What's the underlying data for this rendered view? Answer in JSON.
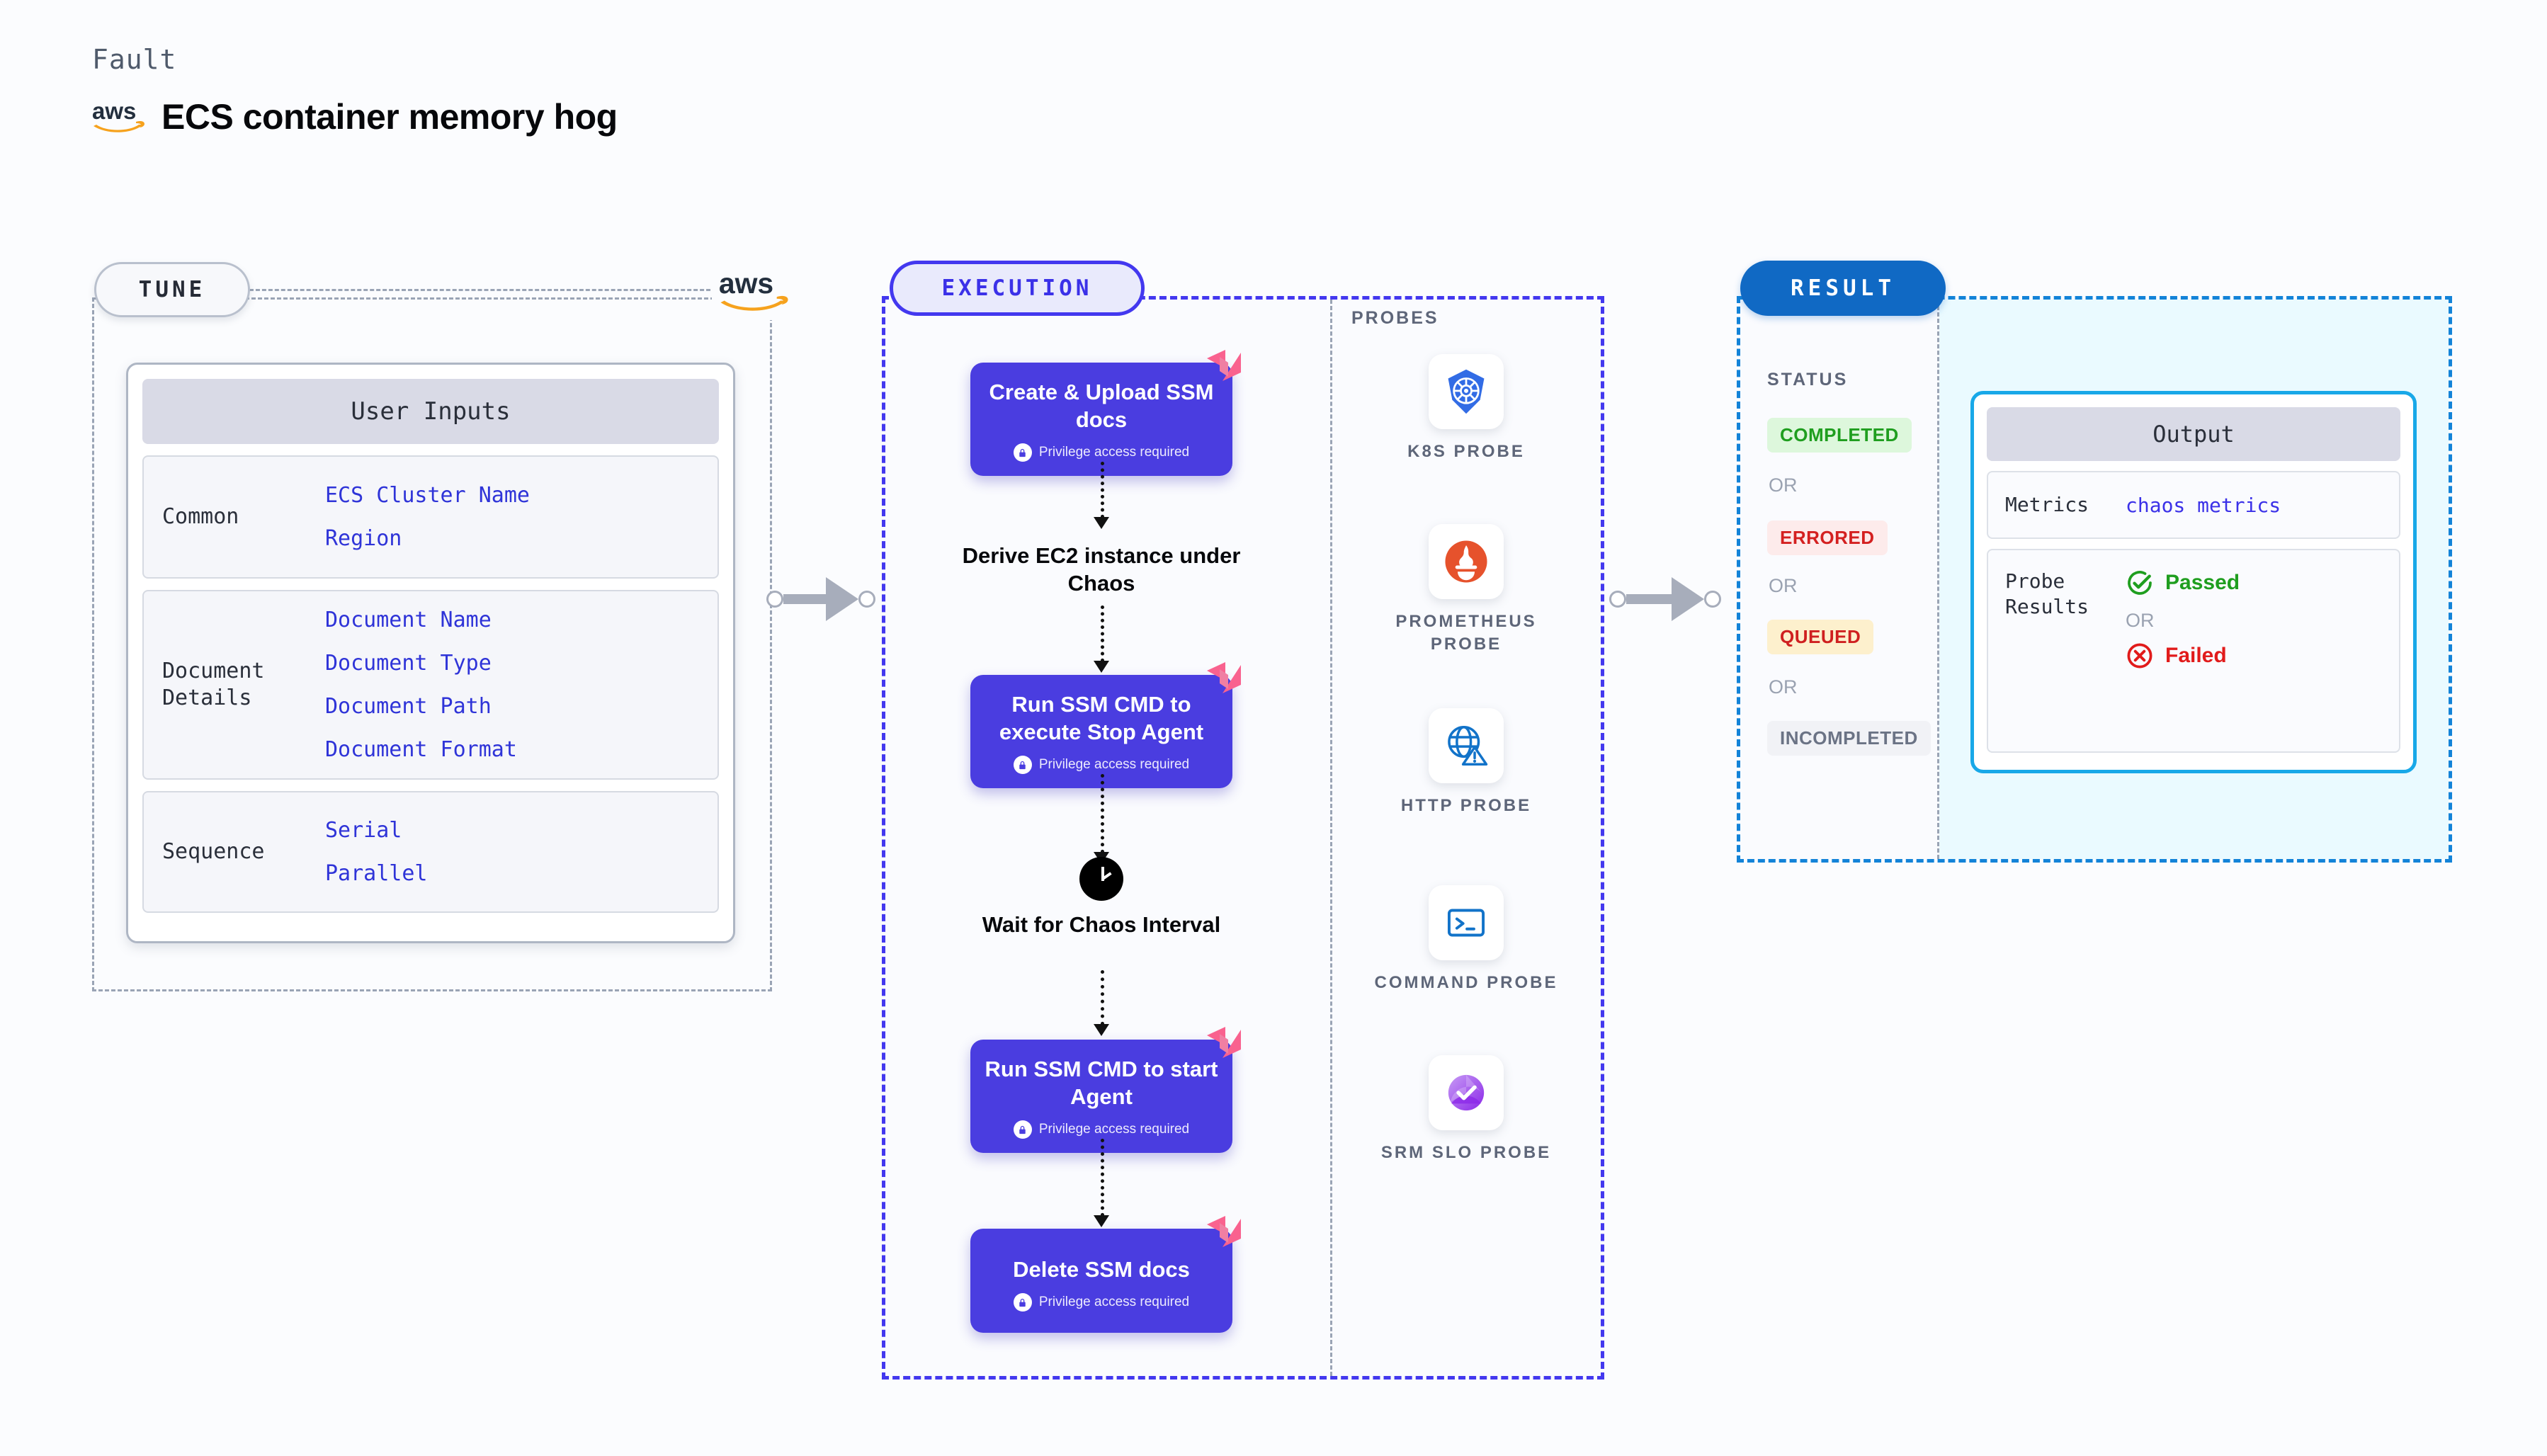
{
  "header": {
    "eyebrow": "Fault",
    "title": "ECS container memory hog",
    "brand_icon": "aws-logo"
  },
  "tune": {
    "pill": "TUNE",
    "brand_icon": "aws-logo",
    "card_title": "User Inputs",
    "sections": [
      {
        "label": "Common",
        "values": [
          "ECS Cluster Name",
          "Region"
        ]
      },
      {
        "label": "Document Details",
        "values": [
          "Document Name",
          "Document Type",
          "Document Path",
          "Document Format"
        ]
      },
      {
        "label": "Sequence",
        "values": [
          "Serial",
          "Parallel"
        ]
      }
    ]
  },
  "execution": {
    "pill": "EXECUTION",
    "privilege_note": "Privilege access required",
    "steps": [
      {
        "type": "task",
        "title": "Create & Upload SSM docs",
        "privileged": true,
        "badge_icon": "harness-ribbon-icon"
      },
      {
        "type": "plain",
        "title": "Derive EC2 instance under Chaos",
        "icon": ""
      },
      {
        "type": "task",
        "title": "Run SSM CMD to execute Stop Agent",
        "privileged": true,
        "badge_icon": "harness-ribbon-icon"
      },
      {
        "type": "plain",
        "title": "Wait for Chaos Interval",
        "icon": "clock-icon"
      },
      {
        "type": "task",
        "title": "Run SSM CMD to start Agent",
        "privileged": true,
        "badge_icon": "harness-ribbon-icon"
      },
      {
        "type": "task",
        "title": "Delete SSM docs",
        "privileged": true,
        "badge_icon": "harness-ribbon-icon"
      }
    ]
  },
  "probes": {
    "label": "PROBES",
    "items": [
      {
        "label": "K8S PROBE",
        "icon": "kubernetes-icon"
      },
      {
        "label": "PROMETHEUS PROBE",
        "icon": "prometheus-icon"
      },
      {
        "label": "HTTP PROBE",
        "icon": "http-globe-icon"
      },
      {
        "label": "COMMAND PROBE",
        "icon": "terminal-icon"
      },
      {
        "label": "SRM SLO PROBE",
        "icon": "srm-slo-icon"
      }
    ]
  },
  "result": {
    "pill": "RESULT",
    "status_label": "STATUS",
    "or_text": "OR",
    "statuses": [
      {
        "text": "COMPLETED",
        "fg": "#1f9e1f",
        "bg": "#ddf7dc"
      },
      {
        "text": "ERRORED",
        "fg": "#d42020",
        "bg": "#fdebeb"
      },
      {
        "text": "QUEUED",
        "fg": "#cf2020",
        "bg": "#fdf0cd"
      },
      {
        "text": "INCOMPLETED",
        "fg": "#6b7385",
        "bg": "#f1f2f6"
      }
    ],
    "output": {
      "title": "Output",
      "metrics_label": "Metrics",
      "metrics_value": "chaos metrics",
      "probe_results_label": "Probe Results",
      "passed_text": "Passed",
      "failed_text": "Failed",
      "or_text": "OR",
      "passed_icon": "check-circle-icon",
      "failed_icon": "x-circle-icon"
    }
  },
  "colors": {
    "accent_purple": "#4a3de0",
    "accent_blue": "#1069c4",
    "accent_cyan": "#18a8e8",
    "aws_orange": "#f6a21d",
    "ribbon_pink": "#f9628f"
  }
}
